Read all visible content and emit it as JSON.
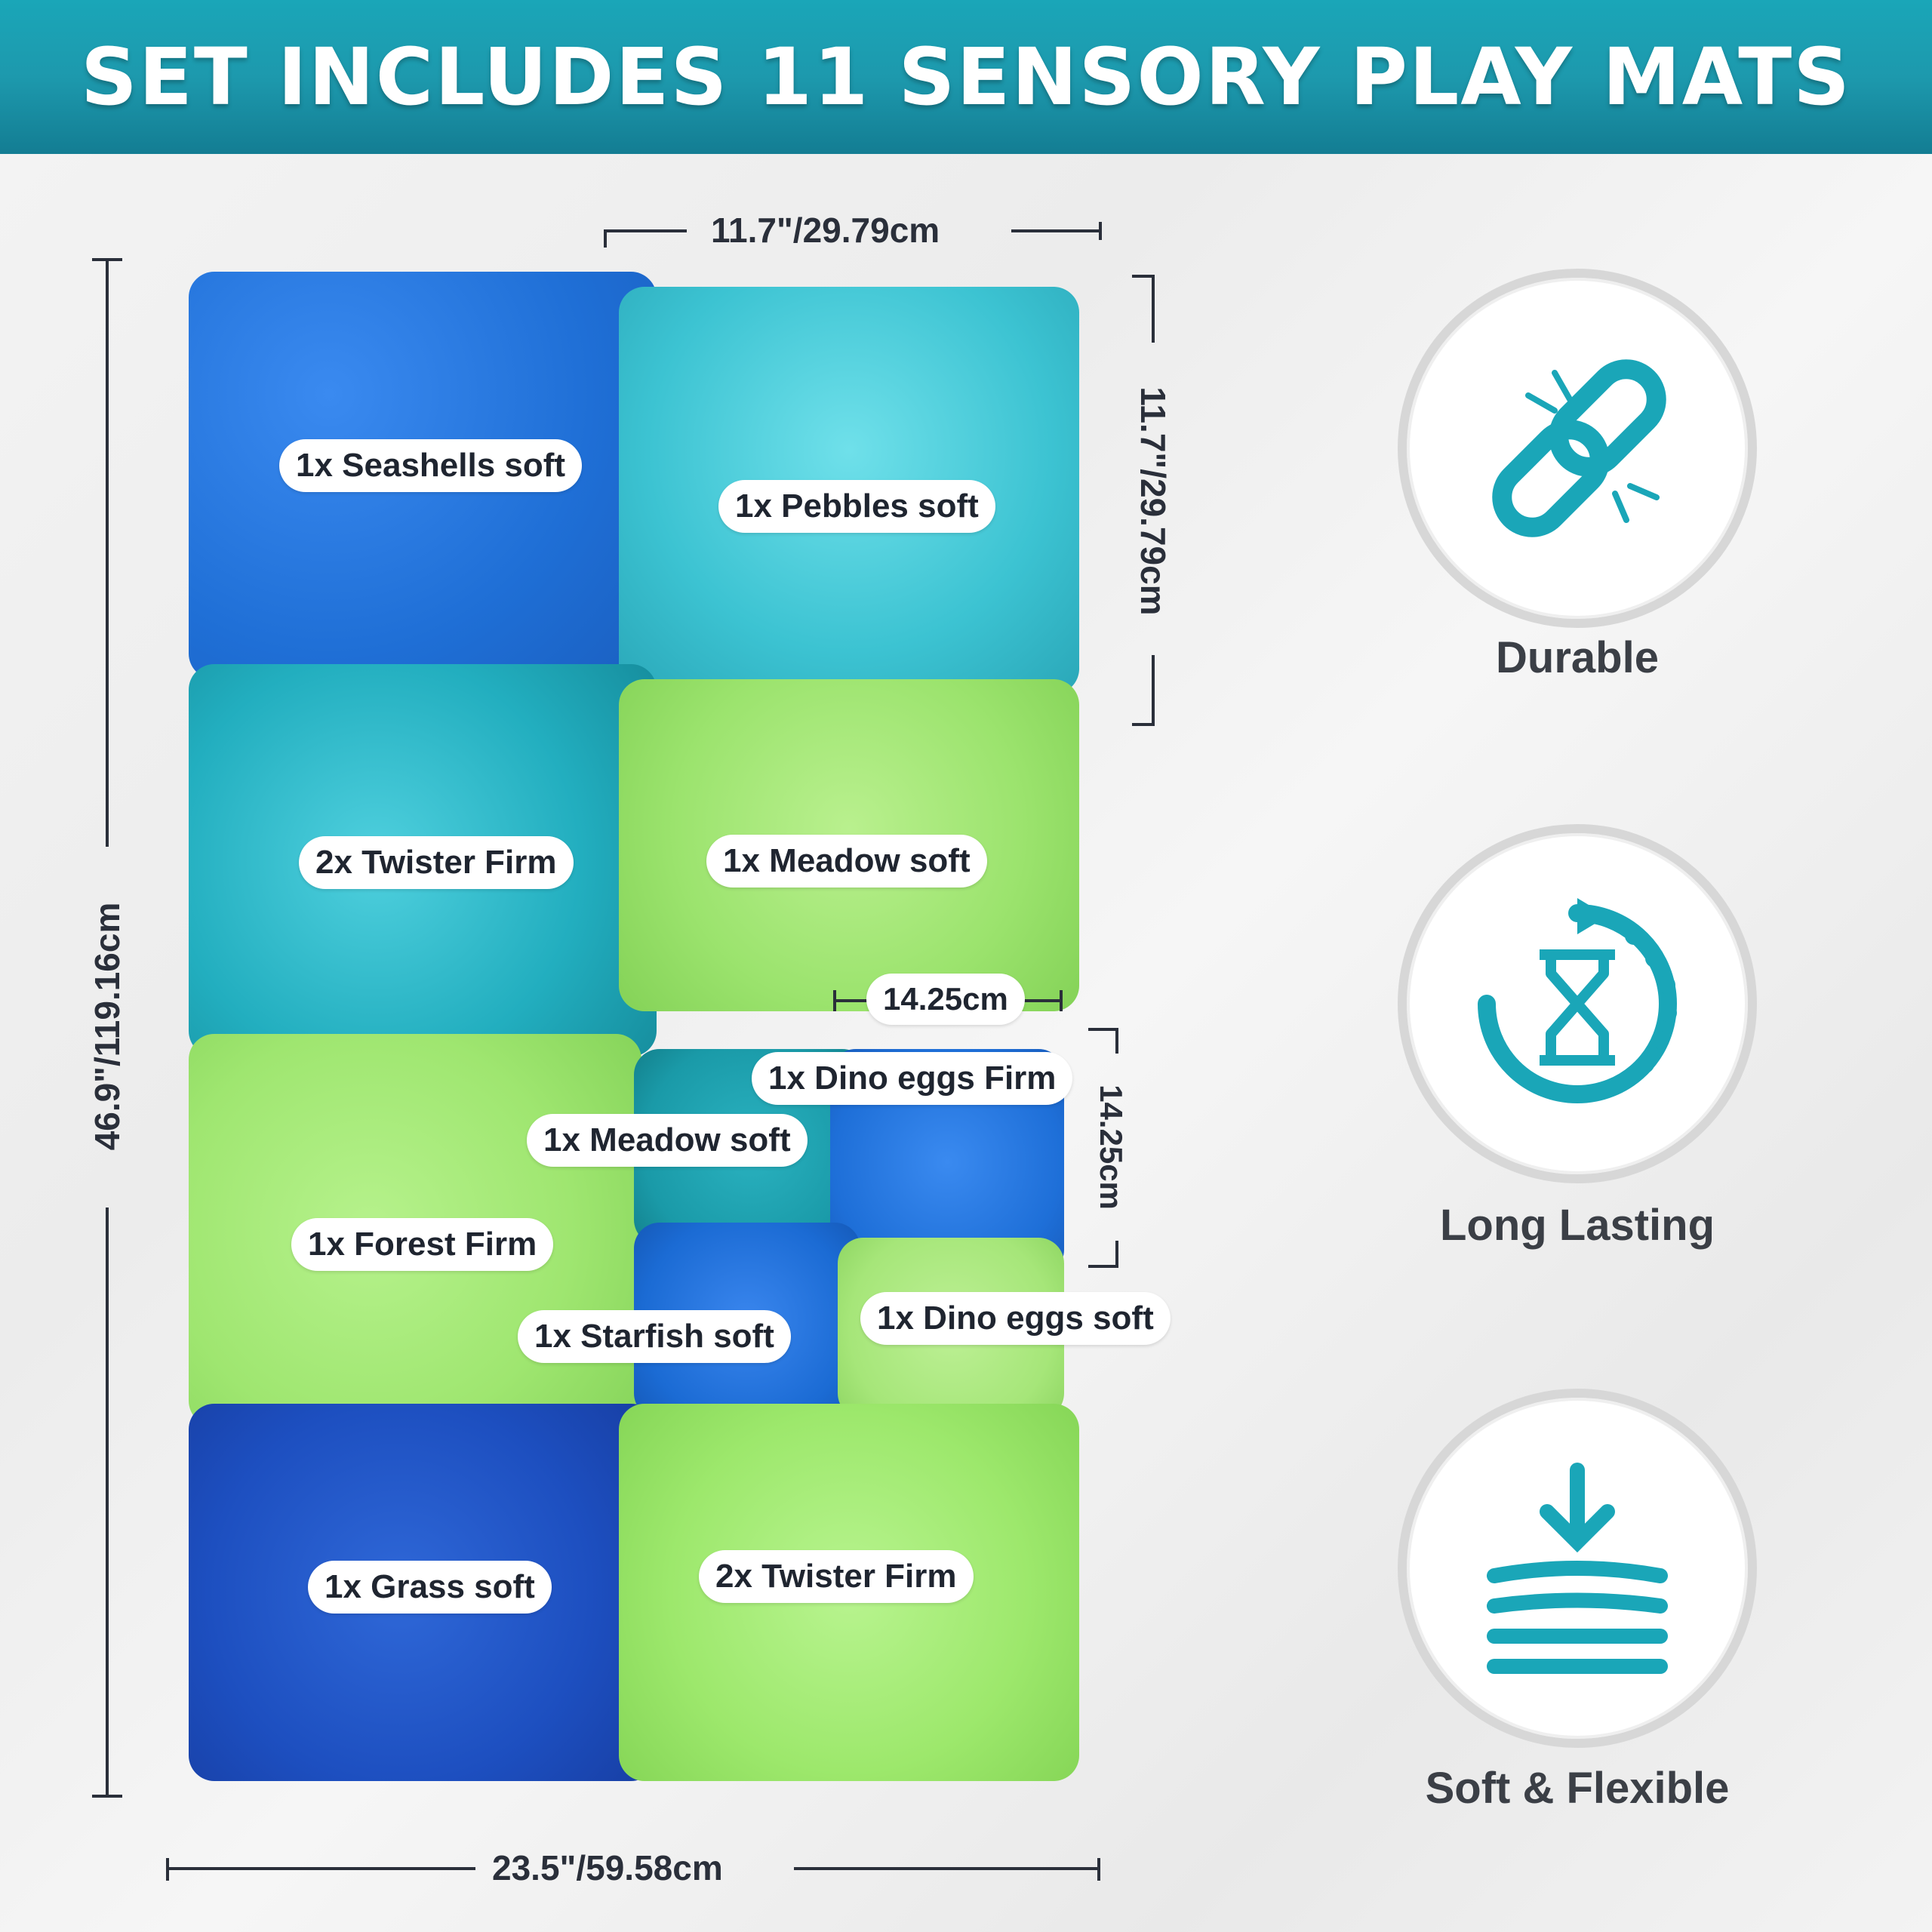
{
  "header": {
    "title": "SET INCLUDES 11 SENSORY PLAY MATS"
  },
  "dimensions": {
    "tile_width": "11.7\"/29.79cm",
    "tile_height": "11.7\"/29.79cm",
    "total_height": "46.9\"/119.16cm",
    "total_width": "23.5\"/59.58cm",
    "small_width": "14.25cm",
    "small_height": "14.25cm"
  },
  "mats": [
    {
      "label": "1x Seashells soft",
      "color": "#1f6fd6"
    },
    {
      "label": "1x Pebbles soft",
      "color": "#3cc3d2"
    },
    {
      "label": "2x Twister Firm",
      "color": "#22aebf"
    },
    {
      "label": "1x Meadow soft",
      "color": "#9be36d"
    },
    {
      "label": "1x Dino eggs Firm",
      "color": "#1e6fd8"
    },
    {
      "label": "1x Meadow soft",
      "color": "#1a9aa8"
    },
    {
      "label": "1x Forest Firm",
      "color": "#9fe670"
    },
    {
      "label": "1x Starfish soft",
      "color": "#1b6bd4"
    },
    {
      "label": "1x Dino eggs soft",
      "color": "#a6e679"
    },
    {
      "label": "1x Grass soft",
      "color": "#1d4fc0"
    },
    {
      "label": "2x Twister Firm",
      "color": "#9de86c"
    }
  ],
  "features": [
    {
      "label": "Durable",
      "icon": "broken-chain-icon"
    },
    {
      "label": "Long Lasting",
      "icon": "hourglass-cycle-icon"
    },
    {
      "label": "Soft  & Flexible",
      "icon": "soft-layers-icon"
    }
  ],
  "colors": {
    "accent": "#1aa6b8",
    "dimension_line": "#2a2f3a"
  }
}
